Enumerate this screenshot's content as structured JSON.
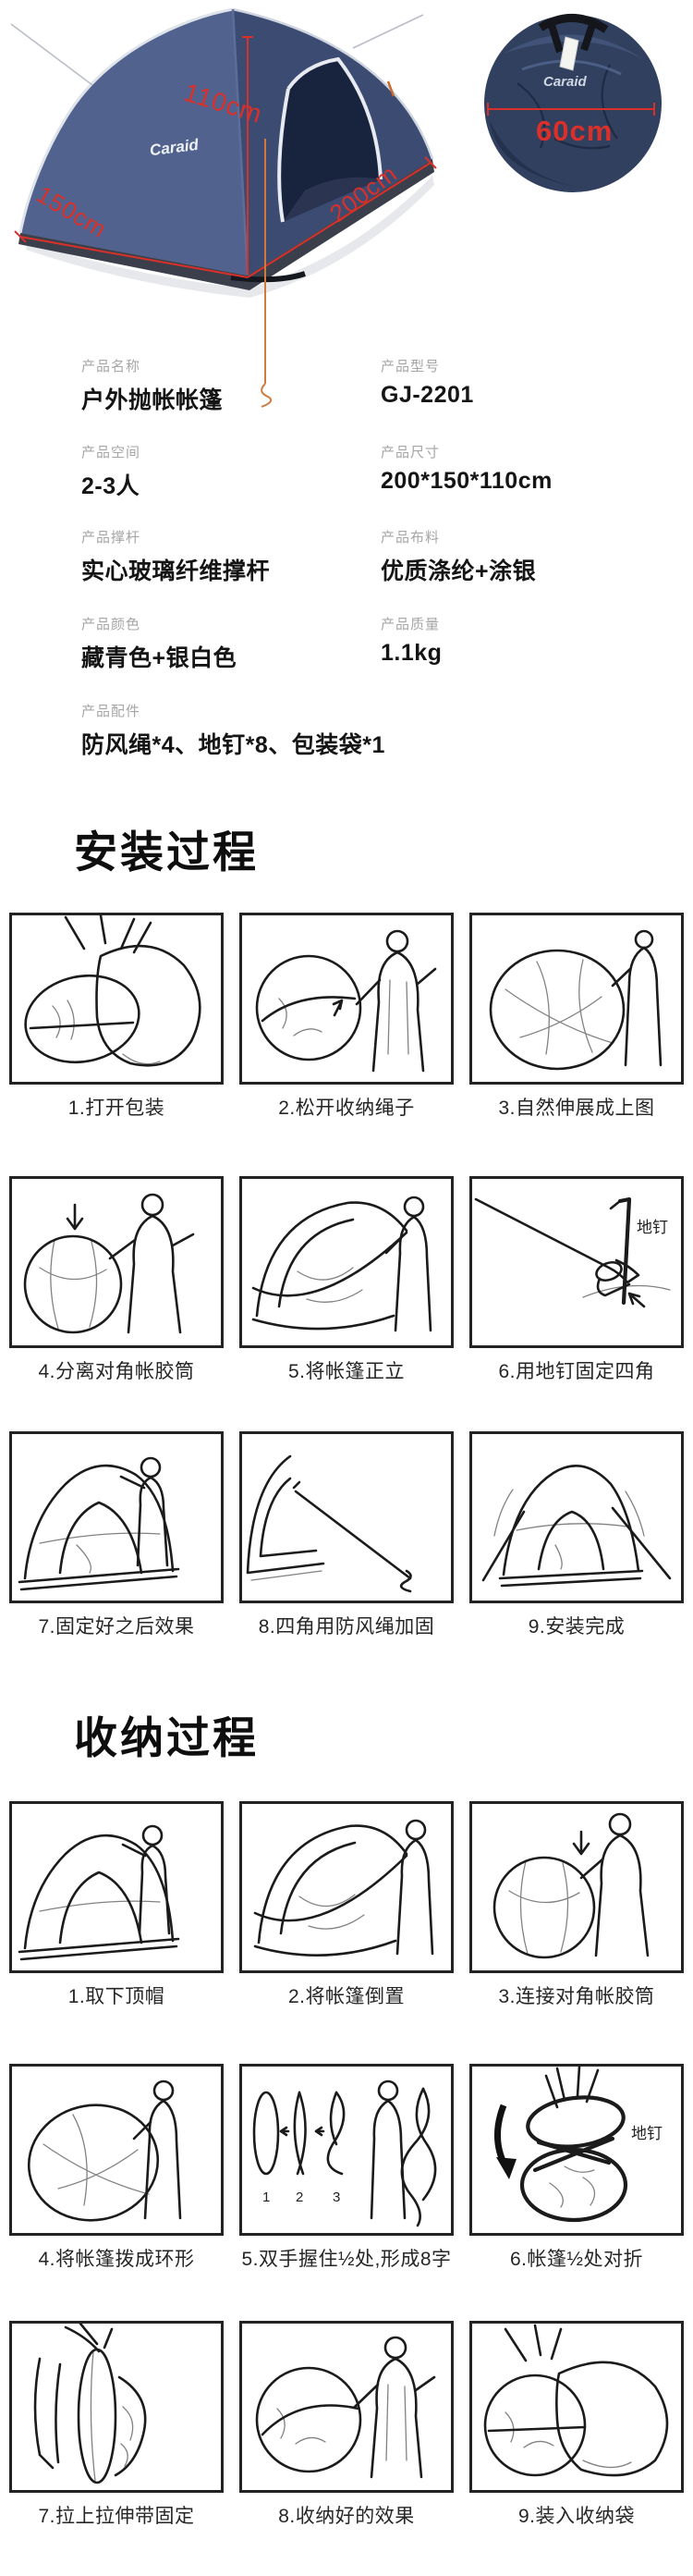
{
  "hero": {
    "brand": "Caraid",
    "tent_dims": {
      "height": "110cm",
      "left": "150cm",
      "right": "200cm"
    },
    "bag_dim": "60cm",
    "colors": {
      "accent_red": "#d9302a",
      "tent_navy": "#47587f",
      "bag_navy": "#31405f",
      "rope_orange": "#cf7a3e"
    }
  },
  "specs": {
    "items": [
      {
        "label": "产品名称",
        "value": "户外抛帐帐篷"
      },
      {
        "label": "产品型号",
        "value": "GJ-2201"
      },
      {
        "label": "产品空间",
        "value": "2-3人"
      },
      {
        "label": "产品尺寸",
        "value": "200*150*110cm"
      },
      {
        "label": "产品撑杆",
        "value": "实心玻璃纤维撑杆"
      },
      {
        "label": "产品布料",
        "value": "优质涤纶+涂银"
      },
      {
        "label": "产品颜色",
        "value": "藏青色+银白色"
      },
      {
        "label": "产品质量",
        "value": "1.1kg"
      },
      {
        "label": "产品配件",
        "value": "防风绳*4、地钉*8、包装袋*1"
      }
    ]
  },
  "install": {
    "title": "安装过程",
    "steps": [
      {
        "caption": "1.打开包装"
      },
      {
        "caption": "2.松开收纳绳子"
      },
      {
        "caption": "3.自然伸展成上图"
      },
      {
        "caption": "4.分离对角帐胶筒"
      },
      {
        "caption": "5.将帐篷正立"
      },
      {
        "caption": "6.用地钉固定四角",
        "inline_label": "地钉"
      },
      {
        "caption": "7.固定好之后效果"
      },
      {
        "caption": "8.四角用防风绳加固"
      },
      {
        "caption": "9.安装完成"
      }
    ]
  },
  "storage": {
    "title": "收纳过程",
    "steps": [
      {
        "caption": "1.取下顶帽"
      },
      {
        "caption": "2.将帐篷倒置"
      },
      {
        "caption": "3.连接对角帐胶筒"
      },
      {
        "caption": "4.将帐篷拨成环形"
      },
      {
        "caption": "5.双手握住½处,形成8字",
        "marks": [
          "1",
          "2",
          "3"
        ]
      },
      {
        "caption": "6.帐篷½处对折",
        "inline_label": "地钉"
      },
      {
        "caption": "7.拉上拉伸带固定"
      },
      {
        "caption": "8.收纳好的效果"
      },
      {
        "caption": "9.装入收纳袋"
      }
    ]
  }
}
